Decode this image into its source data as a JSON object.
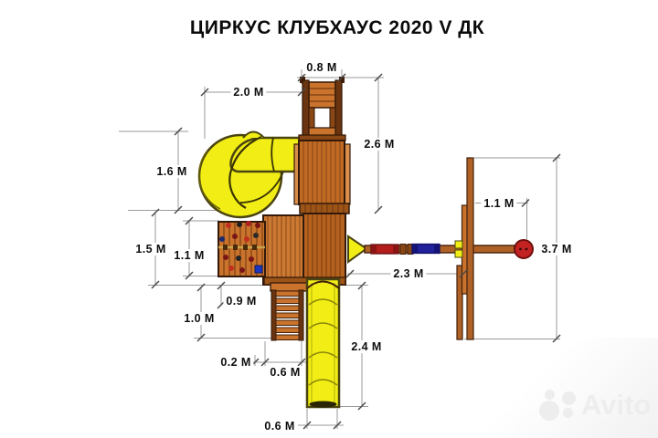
{
  "title": "ЦИРКУС КЛУБХАУС 2020 V ДК",
  "diagram": {
    "kind": "playground-plan-view",
    "dims": {
      "tower_top_width": "0.8 М",
      "slide_span": "2.0 М",
      "tower_length": "2.6 М",
      "spiral_slide_depth": "1.6 М",
      "deck_depth": "1.5 М",
      "climb_wall_depth": "1.1 М",
      "wall_offset": "0.9 М",
      "ladder_depth": "1.0 М",
      "rail_width": "0.2 М",
      "ladder_width": "0.6 М",
      "tube_slide_length": "2.4 М",
      "tube_slide_width": "0.6 М",
      "swing_bay_width": "2.3 М",
      "beam_overhang": "1.1 М",
      "swing_frame_span": "3.7 М"
    }
  },
  "colors": {
    "slide_yellow": "#f2ee15",
    "yellow_outline": "#4a4410",
    "wood": "#c9732c",
    "wood_dark": "#b5621f",
    "wood_deep": "#9c5517",
    "outline": "#33190a",
    "seat_red": "#b51d1d",
    "seat_blue": "#20219b",
    "ball_red": "#c32222",
    "dim_line": "#9a9a9a",
    "dim_tick": "#4a4a4a",
    "text": "#0d0d0d"
  },
  "watermark": {
    "brand": "Avito"
  }
}
